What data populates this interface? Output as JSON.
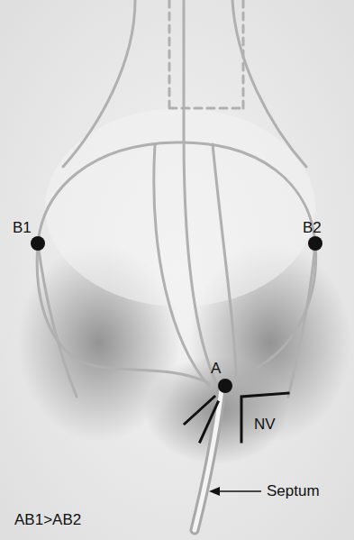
{
  "diagram": {
    "labels": [
      "B1",
      "B2",
      "A",
      "NV",
      "Septum",
      "AB1>AB2"
    ]
  }
}
